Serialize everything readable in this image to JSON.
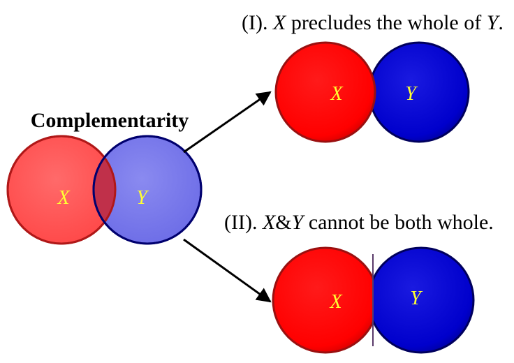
{
  "title": "Complementarity",
  "labels": {
    "x": "X",
    "y": "Y"
  },
  "caption_1": {
    "prefix": "(I). ",
    "x": "X",
    "middle": " precludes the whole of ",
    "y": "Y",
    "suffix": "."
  },
  "caption_2": {
    "prefix": "(II). ",
    "x": "X",
    "amp": "&",
    "y": "Y",
    "suffix": " cannot be both whole."
  },
  "colors": {
    "x_fill": "#ff0000",
    "y_fill": "#0000cc",
    "x_translucent": "#ff4a4a",
    "y_translucent": "#7070e8",
    "overlap": "#c0304a",
    "label": "#ffff33",
    "x_stroke": "#9a1010",
    "y_stroke": "#00005c",
    "arrow": "#000000"
  }
}
